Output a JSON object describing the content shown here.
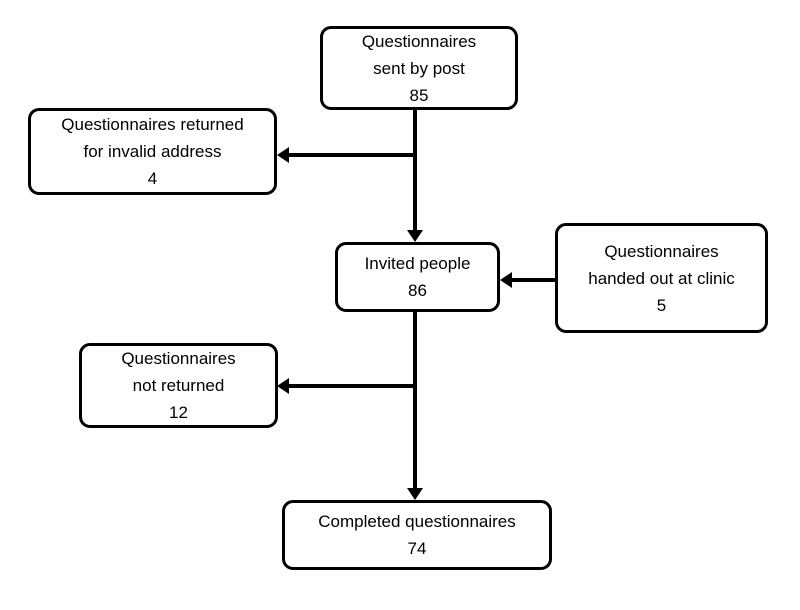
{
  "diagram": {
    "background_color": "#ffffff",
    "line_color": "#000000",
    "text_color": "#000000",
    "boxes": {
      "sent_by_post": {
        "label": "Questionnaires sent by post",
        "value": "85",
        "display": "Questionnaires\nsent by post\n85"
      },
      "invalid_address": {
        "label": "Questionnaires returned for invalid address",
        "value": "4",
        "display": "Questionnaires returned\nfor invalid address\n4"
      },
      "invited_people": {
        "label": "Invited people",
        "value": "86",
        "display": "Invited people\n86"
      },
      "handed_out_at_clinic": {
        "label": "Questionnaires handed out at clinic",
        "value": "5",
        "display": "Questionnaires\nhanded out at clinic\n5"
      },
      "not_returned": {
        "label": "Questionnaires not returned",
        "value": "12",
        "display": "Questionnaires\nnot returned\n12"
      },
      "completed": {
        "label": "Completed questionnaires",
        "value": "74",
        "display": "Completed questionnaires\n74"
      }
    },
    "connectors": [
      {
        "from": "sent_by_post",
        "to": "invited_people"
      },
      {
        "from": "sent_by_post",
        "to": "invalid_address"
      },
      {
        "from": "handed_out_at_clinic",
        "to": "invited_people"
      },
      {
        "from": "invited_people",
        "to": "completed"
      },
      {
        "from": "invited_people",
        "to": "not_returned"
      }
    ]
  }
}
